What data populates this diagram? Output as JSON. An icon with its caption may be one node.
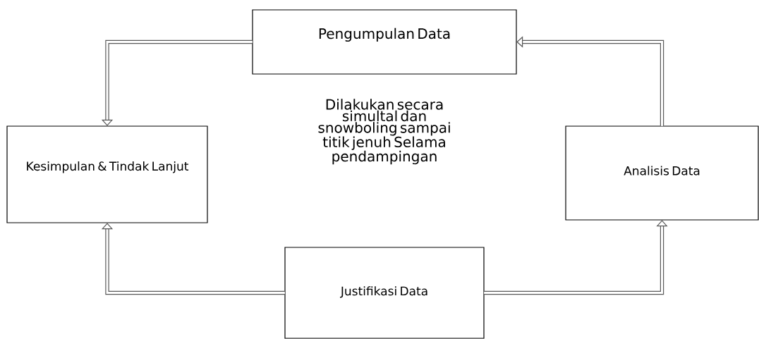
{
  "diagram": {
    "nodes": [
      {
        "text": [
          "Pengumpulan Data"
        ]
      },
      {
        "text": [
          "Kesimpulan & Tindak Lanjut"
        ]
      },
      {
        "text": [
          "Analisis Data"
        ]
      },
      {
        "text": [
          "Justifikasi Data"
        ]
      }
    ],
    "edges": [
      {
        "from": 0,
        "to": 1,
        "arrow": "to"
      },
      {
        "from": 2,
        "to": 0,
        "arrow": "to"
      },
      {
        "from": 3,
        "to": 1,
        "arrow": "to"
      },
      {
        "from": 3,
        "to": 2,
        "arrow": "to"
      }
    ],
    "labels": [
      "Dilakukan secara simultal dan snowboling sampai titik jenuh Selama pendampingan"
    ]
  }
}
